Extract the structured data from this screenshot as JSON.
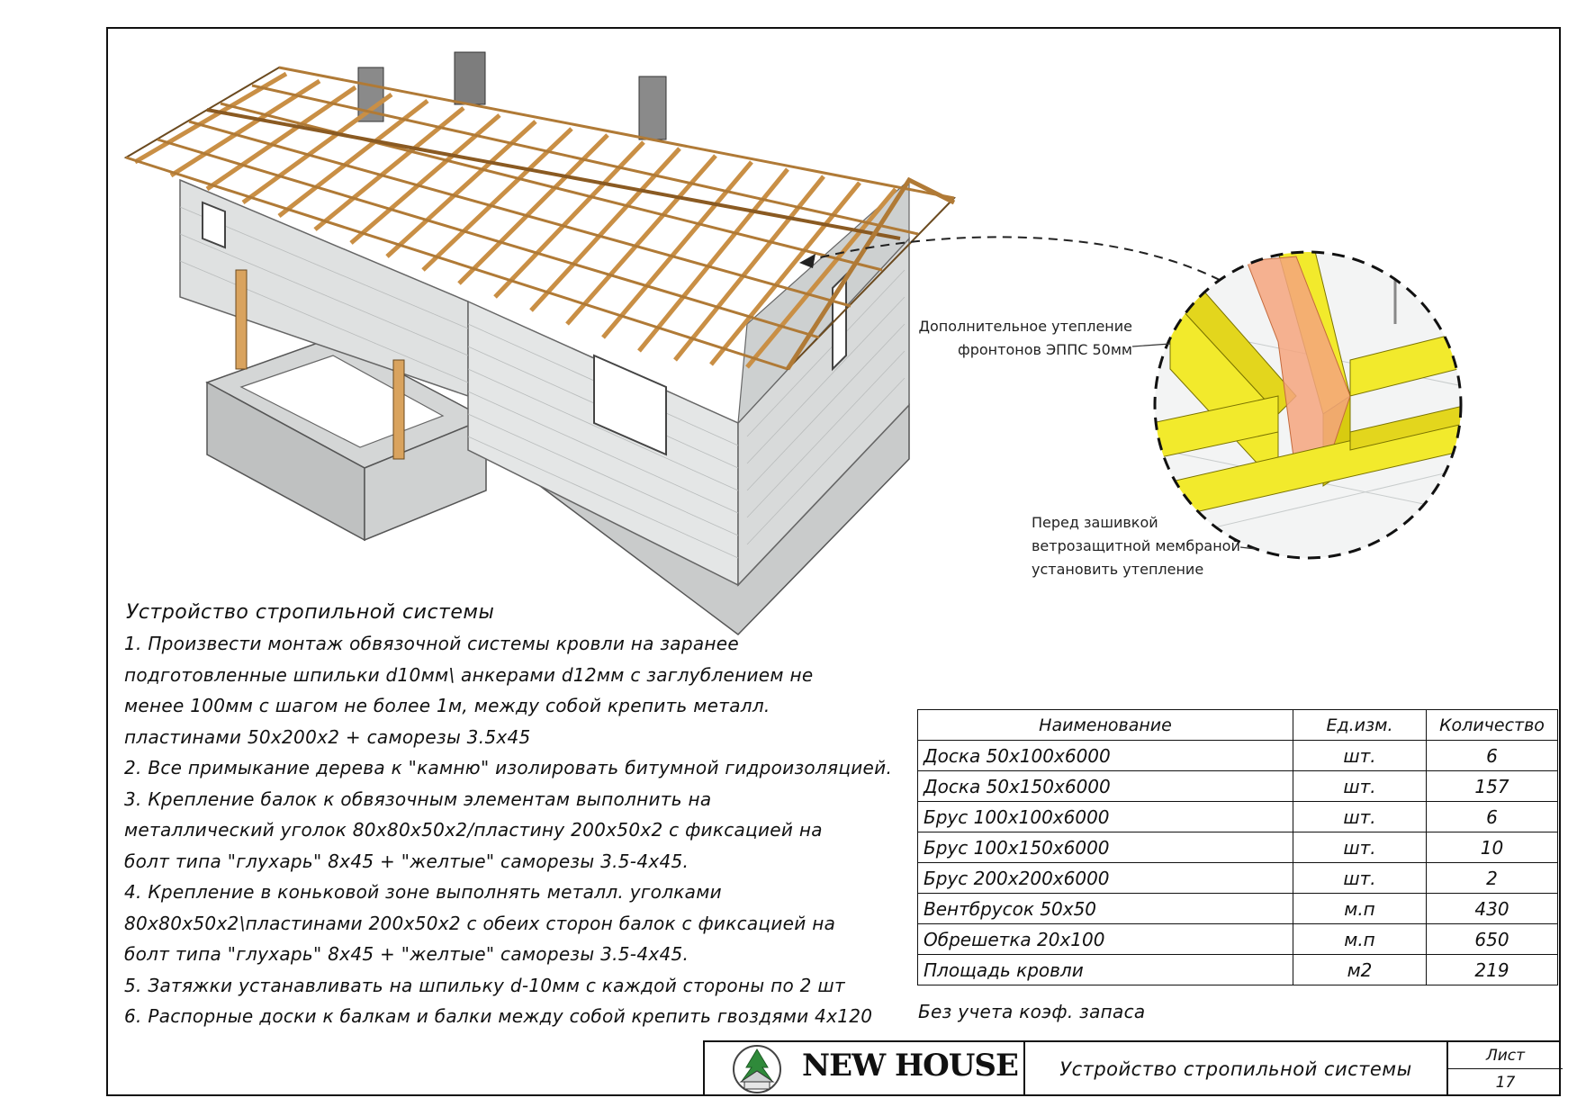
{
  "callouts": {
    "extra_insulation_line1": "Дополнительное утепление",
    "extra_insulation_line2": "фронтонов ЭППС 50мм",
    "before_membrane_line1": "Перед зашивкой",
    "before_membrane_line2": "ветрозащитной мембраной",
    "before_membrane_line3": "установить утепление"
  },
  "notes": {
    "heading": "Устройство стропильной системы",
    "lines": [
      "1. Произвести монтаж обвязочной системы кровли на заранее",
      "подготовленные шпильки d10мм\\ анкерами d12мм с заглублением не",
      "менее 100мм с шагом не более 1м, между собой крепить металл.",
      "пластинами 50х200х2 + саморезы 3.5х45",
      "2. Все примыкание дерева к \"камню\" изолировать битумной гидроизоляцией.",
      "3. Крепление балок к обвязочным элементам выполнить на",
      "металлический уголок 80х80х50х2/пластину 200х50х2 с фиксацией на",
      "болт типа \"глухарь\" 8х45 + \"желтые\" саморезы 3.5-4х45.",
      "4. Крепление в коньковой зоне выполнять металл. уголками",
      "80х80х50х2\\пластинами 200х50х2 с обеих сторон балок с фиксацией на",
      "болт типа \"глухарь\" 8х45 + \"желтые\" саморезы 3.5-4х45.",
      "5. Затяжки устанавливать на шпильку d-10мм с каждой стороны по 2 шт",
      "6. Распорные доски к балкам и балки между собой крепить гвоздями 4х120"
    ]
  },
  "spec_table": {
    "headers": [
      "Наименование",
      "Ед.изм.",
      "Количество"
    ],
    "rows": [
      [
        "Доска 50х100х6000",
        "шт.",
        "6"
      ],
      [
        "Доска 50х150х6000",
        "шт.",
        "157"
      ],
      [
        "Брус 100х100х6000",
        "шт.",
        "6"
      ],
      [
        "Брус 100х150х6000",
        "шт.",
        "10"
      ],
      [
        "Брус 200х200х6000",
        "шт.",
        "2"
      ],
      [
        "Вентбрусок 50х50",
        "м.п",
        "430"
      ],
      [
        "Обрешетка 20х100",
        "м.п",
        "650"
      ],
      [
        "Площадь кровли",
        "м2",
        "219"
      ]
    ],
    "footnote": "Без учета коэф. запаса"
  },
  "title_block": {
    "brand": "NEW HOUSE",
    "logo_icon": "house-tree-logo-icon",
    "title": "Устройство стропильной системы",
    "sheet_label": "Лист",
    "sheet_number": "17"
  },
  "colors": {
    "timber": "#d9a35e",
    "masonry": "#e4e6e6",
    "foundation": "#c9cbcb",
    "insulation_yellow": "#f2ea2c",
    "eps_orange": "#f4a57e"
  }
}
